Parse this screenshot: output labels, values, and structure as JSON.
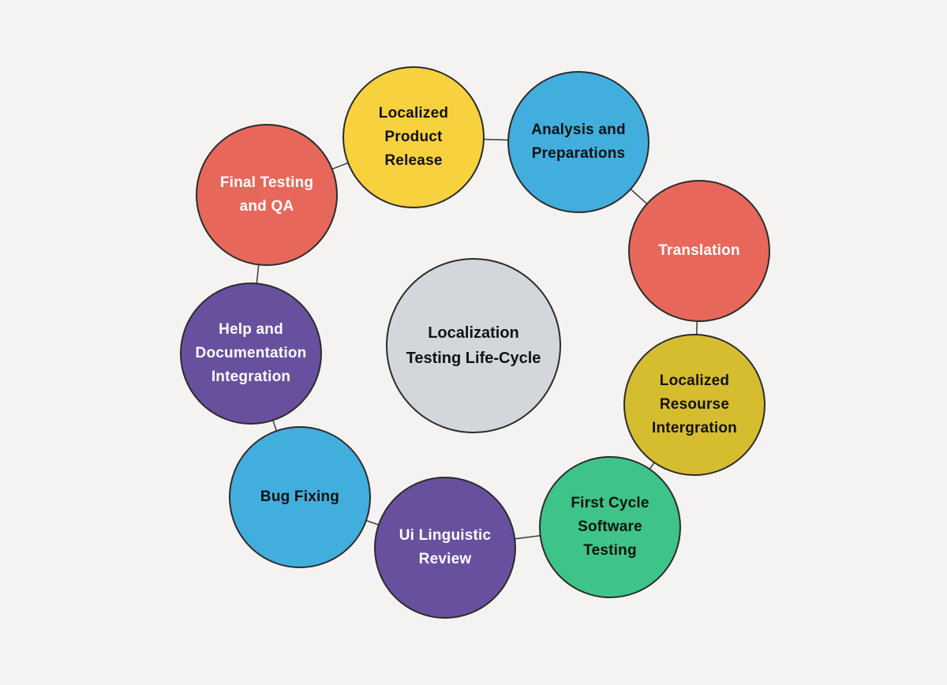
{
  "diagram": {
    "title": "Localization Testing Life-Cycle",
    "background_color": "#f4f3f2",
    "connector_color": "#444444",
    "center": {
      "label": "Localization Testing Life-Cycle",
      "fill": "#d3d7dc",
      "text_color": "#121212"
    },
    "nodes": [
      {
        "id": "localized-product-release",
        "label": "Localized Product Release",
        "fill": "#f8d23e",
        "text_color": "#121212"
      },
      {
        "id": "analysis-and-preparations",
        "label": "Analysis and Preparations",
        "fill": "#41aedd",
        "text_color": "#121212"
      },
      {
        "id": "translation",
        "label": "Translation",
        "fill": "#e7685b",
        "text_color": "#ffffff"
      },
      {
        "id": "localized-resourse-intergration",
        "label": "Localized Resourse Intergration",
        "fill": "#d6bd30",
        "text_color": "#121212"
      },
      {
        "id": "first-cycle-software-testing",
        "label": "First Cycle Software Testing",
        "fill": "#3ec488",
        "text_color": "#121212"
      },
      {
        "id": "ui-linguistic-review",
        "label": "Ui Linguistic Review",
        "fill": "#68509f",
        "text_color": "#ffffff"
      },
      {
        "id": "bug-fixing",
        "label": "Bug Fixing",
        "fill": "#41aedd",
        "text_color": "#121212"
      },
      {
        "id": "help-and-documentation-integration",
        "label": "Help and Documentation Integration",
        "fill": "#68509f",
        "text_color": "#ffffff"
      },
      {
        "id": "final-testing-and-qa",
        "label": "Final Testing and QA",
        "fill": "#e7685b",
        "text_color": "#ffffff"
      }
    ]
  }
}
